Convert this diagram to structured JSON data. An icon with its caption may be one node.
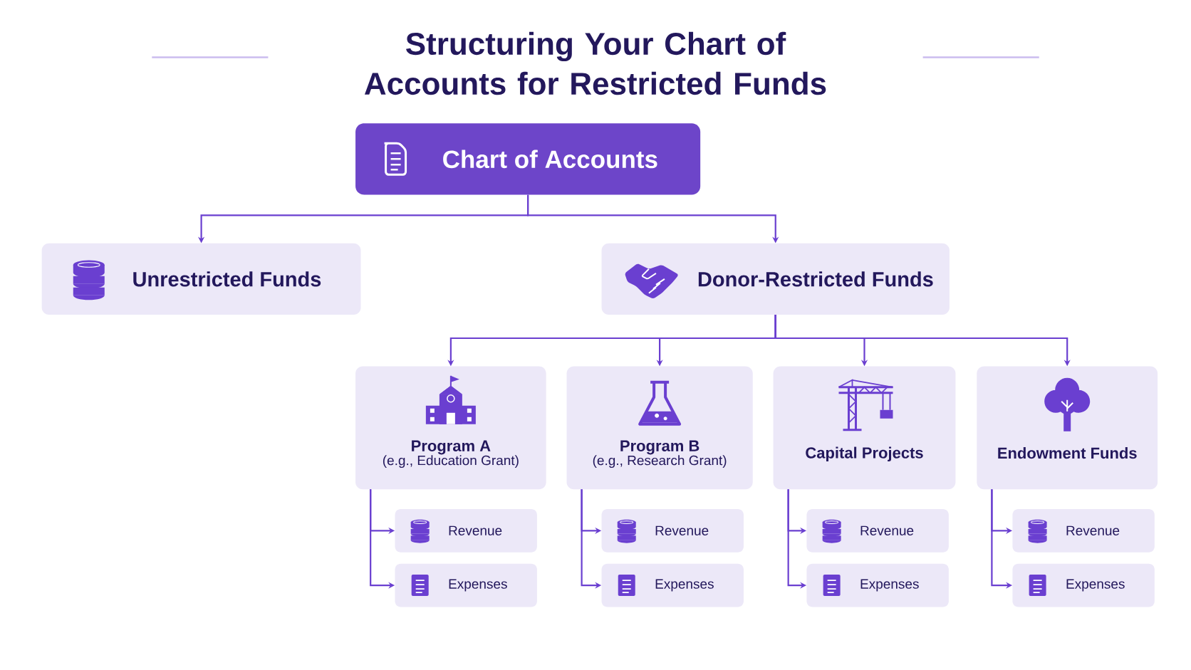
{
  "diagram": {
    "title": "Structuring Your Chart of Accounts for Restricted Funds",
    "nodes": [
      {
        "text": [
          "Chart of Accounts"
        ]
      },
      {
        "text": [
          "Unrestricted Funds"
        ]
      },
      {
        "text": [
          "Donor-Restricted Funds"
        ]
      },
      {
        "text": [
          "Program A",
          "(e.g., Education Grant)"
        ]
      },
      {
        "text": [
          "Program B",
          "(e.g., Research Grant)"
        ]
      },
      {
        "text": [
          "Capital Projects"
        ]
      },
      {
        "text": [
          "Endowment Funds"
        ]
      },
      {
        "text": [
          "Revenue"
        ]
      },
      {
        "text": [
          "Expenses"
        ]
      },
      {
        "text": [
          "Revenue"
        ]
      },
      {
        "text": [
          "Expenses"
        ]
      },
      {
        "text": [
          "Revenue"
        ]
      },
      {
        "text": [
          "Expenses"
        ]
      },
      {
        "text": [
          "Revenue"
        ]
      },
      {
        "text": [
          "Expenses"
        ]
      }
    ],
    "edges": [
      {
        "from": 0,
        "to": 1,
        "arrow": "to"
      },
      {
        "from": 0,
        "to": 2,
        "arrow": "to"
      },
      {
        "from": 2,
        "to": 3,
        "arrow": "to"
      },
      {
        "from": 2,
        "to": 4,
        "arrow": "to"
      },
      {
        "from": 2,
        "to": 5,
        "arrow": "to"
      },
      {
        "from": 2,
        "to": 6,
        "arrow": "to"
      },
      {
        "from": 3,
        "to": 7,
        "arrow": "to"
      },
      {
        "from": 3,
        "to": 8,
        "arrow": "to"
      },
      {
        "from": 4,
        "to": 9,
        "arrow": "to"
      },
      {
        "from": 4,
        "to": 10,
        "arrow": "to"
      },
      {
        "from": 5,
        "to": 11,
        "arrow": "to"
      },
      {
        "from": 5,
        "to": 12,
        "arrow": "to"
      },
      {
        "from": 6,
        "to": 13,
        "arrow": "to"
      },
      {
        "from": 6,
        "to": 14,
        "arrow": "to"
      }
    ]
  }
}
